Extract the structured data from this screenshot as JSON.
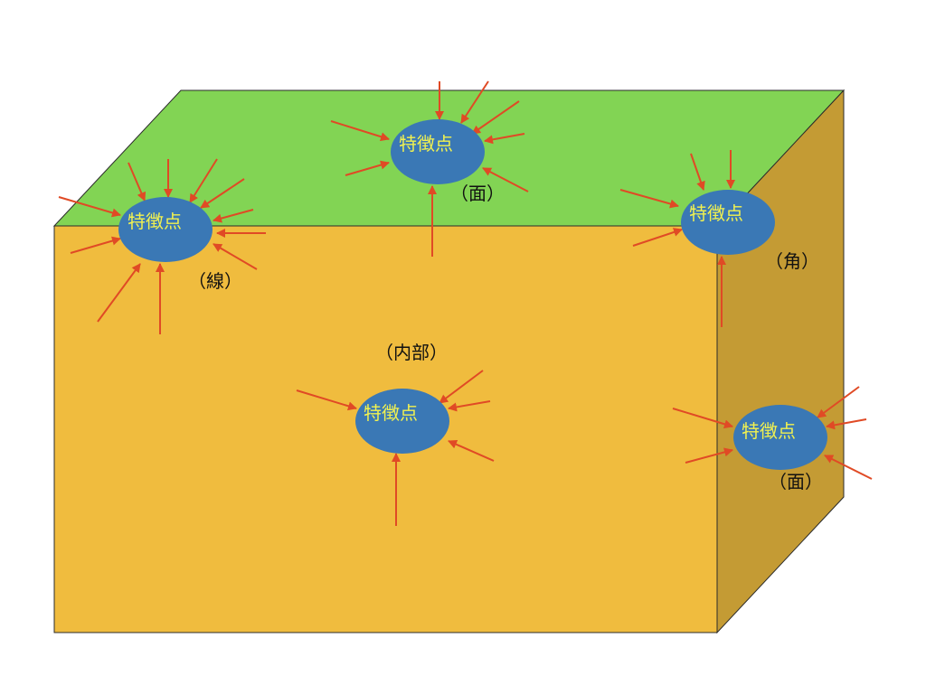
{
  "colors": {
    "top_face": "#82d454",
    "front_face": "#f0bc3e",
    "side_face": "#c49b34",
    "edge": "#2b2b2b",
    "feature_fill": "#3a78b5",
    "feature_text": "#f2f250",
    "arrow": "#e04a25",
    "caption": "#111111"
  },
  "features": [
    {
      "id": "edge-line",
      "label": "特徴点",
      "caption": "（線）"
    },
    {
      "id": "top-face",
      "label": "特徴点",
      "caption": "（面）"
    },
    {
      "id": "corner",
      "label": "特徴点",
      "caption": "（角）"
    },
    {
      "id": "interior",
      "label": "特徴点",
      "caption": "（内部）"
    },
    {
      "id": "side-face",
      "label": "特徴点",
      "caption": "（面）"
    }
  ]
}
